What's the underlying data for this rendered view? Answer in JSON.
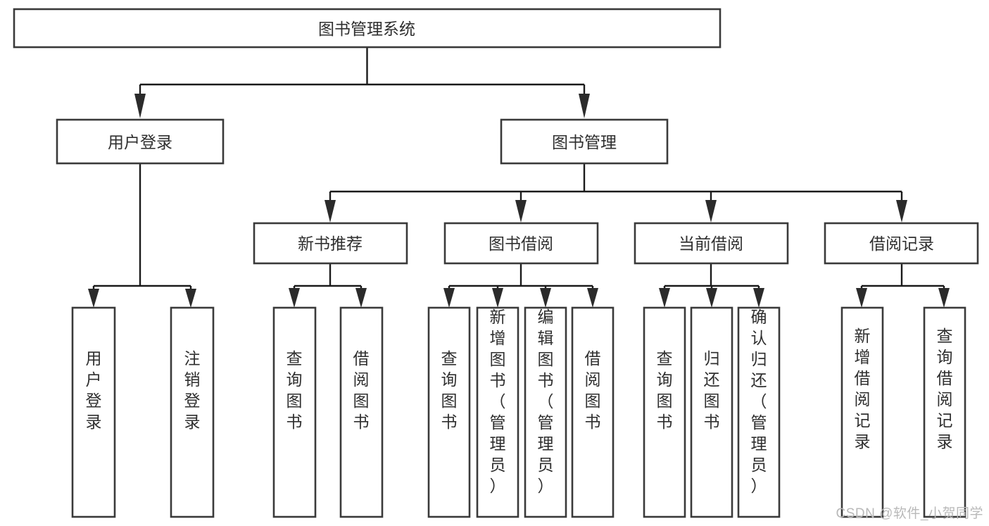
{
  "diagram": {
    "type": "tree-hierarchy",
    "title": "图书管理系统",
    "watermark": "CSDN @软件_小贺同学",
    "colors": {
      "box_stroke": "#3a3a3a",
      "box_fill": "#ffffff",
      "connector": "#1a1a1a",
      "text": "#2f2f2f",
      "watermark": "#b9b9b9",
      "background": "#ffffff"
    },
    "nodes": {
      "root": {
        "label": "图书管理系统",
        "orientation": "horizontal"
      },
      "level2": [
        {
          "id": "user-login",
          "label": "用户登录",
          "orientation": "horizontal"
        },
        {
          "id": "book-manage",
          "label": "图书管理",
          "orientation": "horizontal"
        }
      ],
      "level3": [
        {
          "id": "new-book-recommend",
          "label": "新书推荐",
          "orientation": "horizontal"
        },
        {
          "id": "book-borrow",
          "label": "图书借阅",
          "orientation": "horizontal"
        },
        {
          "id": "current-borrow",
          "label": "当前借阅",
          "orientation": "horizontal"
        },
        {
          "id": "borrow-record",
          "label": "借阅记录",
          "orientation": "horizontal"
        }
      ],
      "leaves": {
        "user-login": [
          {
            "id": "leaf-user-login",
            "label": "用户登录",
            "orientation": "vertical"
          },
          {
            "id": "leaf-logout",
            "label": "注销登录",
            "orientation": "vertical"
          }
        ],
        "new-book-recommend": [
          {
            "id": "leaf-query-book-1",
            "label": "查询图书",
            "orientation": "vertical"
          },
          {
            "id": "leaf-borrow-book-1",
            "label": "借阅图书",
            "orientation": "vertical"
          }
        ],
        "book-borrow": [
          {
            "id": "leaf-query-book-2",
            "label": "查询图书",
            "orientation": "vertical"
          },
          {
            "id": "leaf-add-book",
            "label": "新增图书（管理员）",
            "orientation": "vertical"
          },
          {
            "id": "leaf-edit-book",
            "label": "编辑图书（管理员）",
            "orientation": "vertical"
          },
          {
            "id": "leaf-borrow-book-2",
            "label": "借阅图书",
            "orientation": "vertical"
          }
        ],
        "current-borrow": [
          {
            "id": "leaf-query-book-3",
            "label": "查询图书",
            "orientation": "vertical"
          },
          {
            "id": "leaf-return-book",
            "label": "归还图书",
            "orientation": "vertical"
          },
          {
            "id": "leaf-confirm-return",
            "label": "确认归还（管理员）",
            "orientation": "vertical"
          }
        ],
        "borrow-record": [
          {
            "id": "leaf-add-record",
            "label": "新增借阅记录",
            "orientation": "vertical"
          },
          {
            "id": "leaf-query-record",
            "label": "查询借阅记录",
            "orientation": "vertical"
          }
        ]
      }
    }
  }
}
